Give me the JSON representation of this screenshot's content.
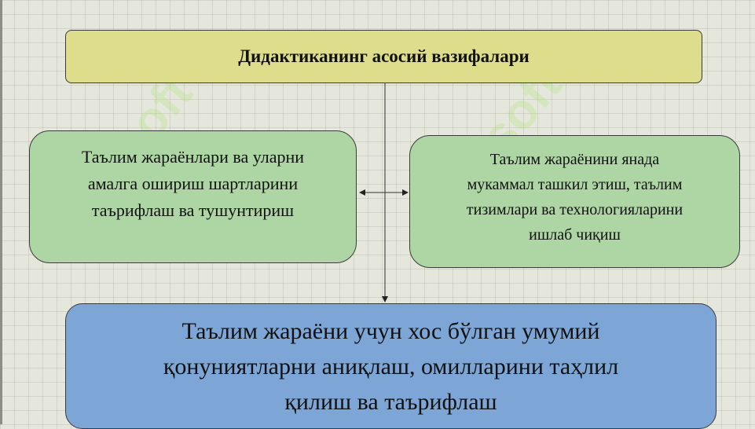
{
  "diagram": {
    "title": "Дидактиканинг асосий вазифалари",
    "left_box": [
      "Таълим жараёнлари ва уларни",
      "амалга ошириш шартларини",
      "таърифлаш ва тушунтириш"
    ],
    "right_box": [
      "Таълим жараёнини янада",
      "мукаммал ташкил этиш, таълим",
      "тизимлари ва технологияларини",
      "ишлаб чиқиш"
    ],
    "bottom_box": [
      "Таълим жараёни учун хос бўлган умумий",
      "қонуниятларни аниқлаш, омилларини таҳлил",
      "қилиш ва таърифлаш"
    ]
  },
  "colors": {
    "title_fill": "#dedd8c",
    "side_fill": "#aed6a4",
    "bottom_fill": "#7da6d6",
    "background": "#e6e7dc"
  },
  "watermark_text": "isoft"
}
